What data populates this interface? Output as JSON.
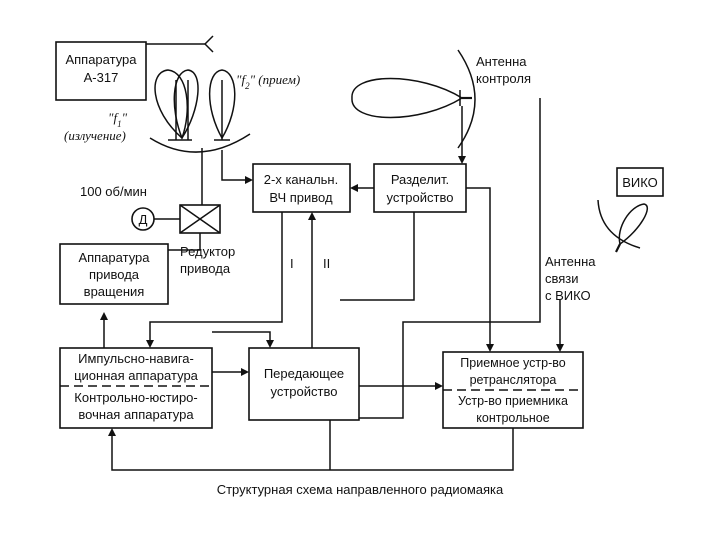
{
  "blocks": {
    "a317": [
      "Аппаратура",
      "А-317"
    ],
    "drive_vch": [
      "2-х канальн.",
      "ВЧ привод"
    ],
    "splitter": [
      "Разделит.",
      "устройство"
    ],
    "viko": "ВИКО",
    "rotation": [
      "Аппаратура",
      "привода",
      "вращения"
    ],
    "reducer": [
      "Редуктор",
      "привода"
    ],
    "motor": "Д",
    "pulse_nav": [
      "Импульсно-навига-",
      "ционная аппаратура"
    ],
    "control_adj": [
      "Контрольно-юстиро-",
      "вочная аппаратура"
    ],
    "transmitter": [
      "Передающее",
      "устройство"
    ],
    "receiver_relay": [
      "Приемное устр-во",
      "ретранслятора"
    ],
    "receiver_ctrl": [
      "Устр-во приемника",
      "контрольное"
    ]
  },
  "labels": {
    "f2": "\"f",
    "f2_sub": "2",
    "f2_rest": "\" (прием)",
    "f1": "\"f",
    "f1_sub": "1",
    "f1_rest": "\"",
    "emission": "(излучение)",
    "rpm": "100 об/мин",
    "antenna_control": [
      "Антенна",
      "контроля"
    ],
    "antenna_link": [
      "Антенна",
      "связи",
      "с ВИКО"
    ],
    "channel_1": "I",
    "channel_2": "II"
  },
  "caption": "Структурная схема направленного радиомаяка"
}
